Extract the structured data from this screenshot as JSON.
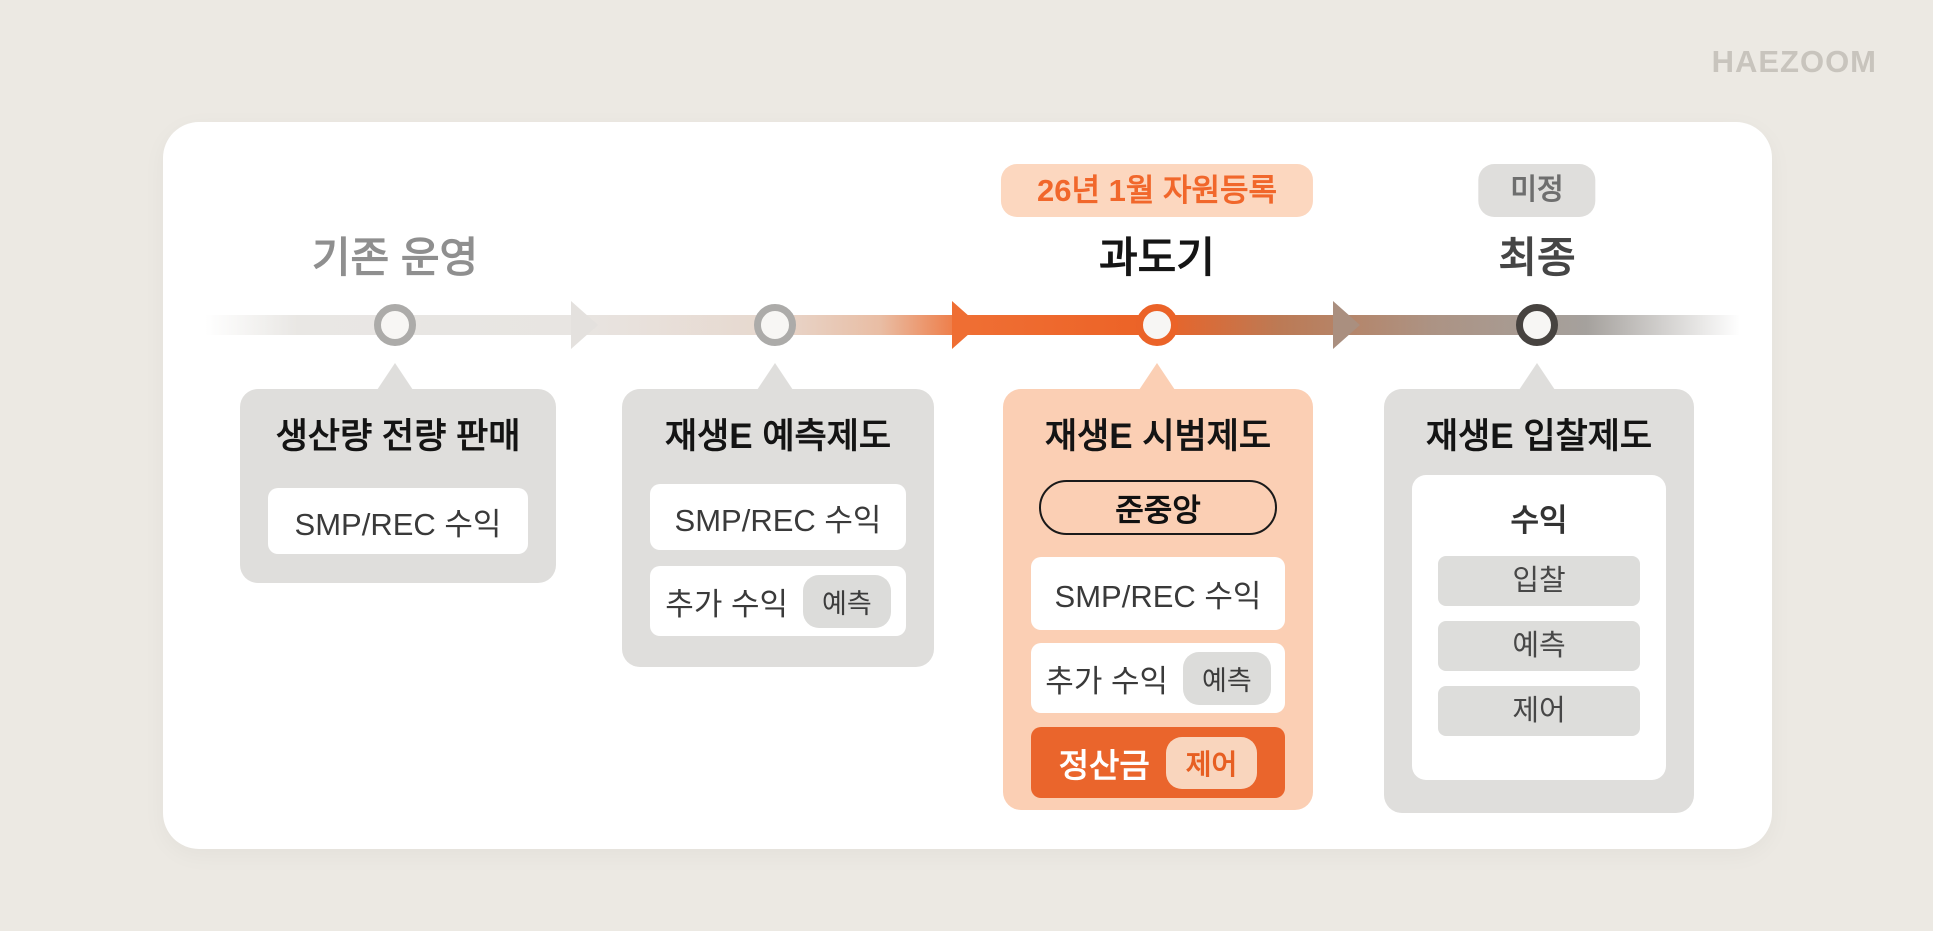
{
  "brand": {
    "logo": "HAEZOOM"
  },
  "colors": {
    "background": "#ECE9E3",
    "panel": "#FFFFFF",
    "card_gray": "#DFDEDC",
    "card_peach": "#FBCFB4",
    "accent_orange": "#EA652C",
    "badge_orange_bg": "#FCD7BF",
    "badge_orange_text": "#F1672B",
    "badge_gray_bg": "#DFDEDC",
    "badge_gray_text": "#6E6E6E"
  },
  "timeline": {
    "stages": [
      {
        "label": "기존 운영",
        "badge": ""
      },
      {
        "label": "과도기",
        "badge": "26년 1월 자원등록"
      },
      {
        "label": "최종",
        "badge": "미정"
      }
    ]
  },
  "cards": [
    {
      "title": "생산량 전량 판매",
      "items": [
        {
          "text": "SMP/REC 수익"
        }
      ]
    },
    {
      "title": "재생E 예측제도",
      "items": [
        {
          "text": "SMP/REC 수익"
        },
        {
          "text": "추가 수익",
          "tag": "예측"
        }
      ]
    },
    {
      "title": "재생E 시범제도",
      "subtitle": "준중앙",
      "items": [
        {
          "text": "SMP/REC 수익"
        },
        {
          "text": "추가 수익",
          "tag": "예측"
        },
        {
          "text": "정산금",
          "tag": "제어"
        }
      ]
    },
    {
      "title": "재생E 입찰제도",
      "group": {
        "title": "수익",
        "items": [
          "입찰",
          "예측",
          "제어"
        ]
      }
    }
  ]
}
